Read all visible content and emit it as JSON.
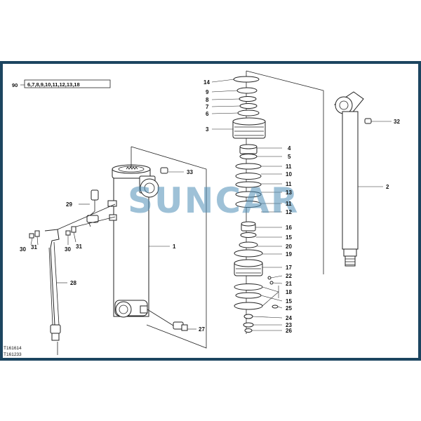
{
  "brand_color": "#1c4560",
  "watermark": {
    "text": "SUNCAR",
    "color": "#4f8fb8"
  },
  "kit": {
    "number": "90",
    "contents": "6,7,8,9,10,11,12,13,18"
  },
  "callouts": [
    "14",
    "9",
    "8",
    "7",
    "6",
    "3",
    "4",
    "5",
    "11",
    "10",
    "11",
    "13",
    "11",
    "12",
    "16",
    "15",
    "20",
    "19",
    "17",
    "22",
    "21",
    "18",
    "15",
    "25",
    "24",
    "23",
    "26",
    "2",
    "32",
    "33",
    "1",
    "29",
    "30",
    "31",
    "30",
    "31",
    "28",
    "27"
  ],
  "drawing_refs": [
    "T161614",
    "T161233"
  ]
}
